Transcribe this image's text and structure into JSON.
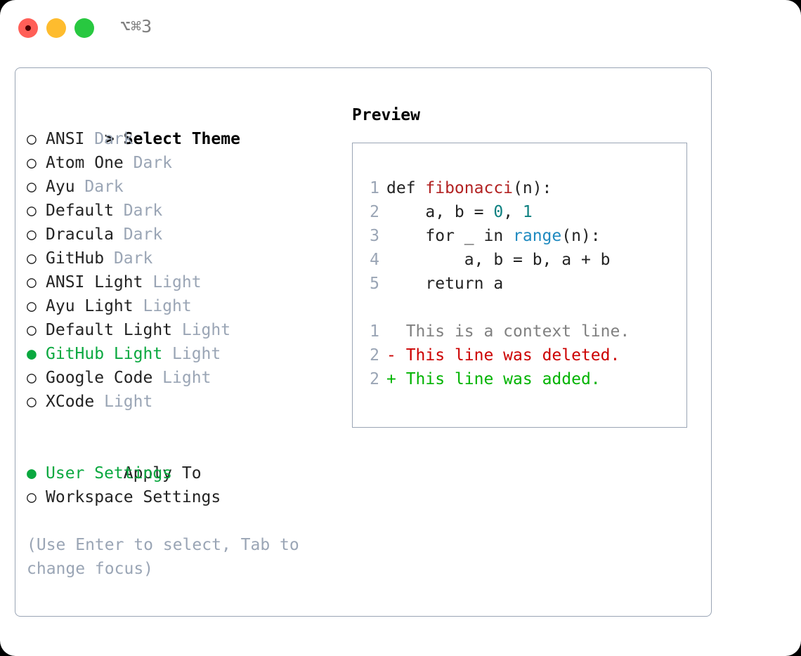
{
  "titlebar": {
    "shortcut": "⌥⌘3",
    "buttons": [
      {
        "name": "close",
        "color": "#ff5f57"
      },
      {
        "name": "minimize",
        "color": "#febc2e"
      },
      {
        "name": "zoom",
        "color": "#28c840"
      }
    ]
  },
  "theme_list": {
    "header": {
      "marker": "> ",
      "label": "Select Theme"
    },
    "items": [
      {
        "marker": "○ ",
        "label": "ANSI",
        "tag": "Dark",
        "selected": false
      },
      {
        "marker": "○ ",
        "label": "Atom One",
        "tag": "Dark",
        "selected": false
      },
      {
        "marker": "○ ",
        "label": "Ayu",
        "tag": "Dark",
        "selected": false
      },
      {
        "marker": "○ ",
        "label": "Default",
        "tag": "Dark",
        "selected": false
      },
      {
        "marker": "○ ",
        "label": "Dracula",
        "tag": "Dark",
        "selected": false
      },
      {
        "marker": "○ ",
        "label": "GitHub",
        "tag": "Dark",
        "selected": false
      },
      {
        "marker": "○ ",
        "label": "ANSI Light",
        "tag": "Light",
        "selected": false
      },
      {
        "marker": "○ ",
        "label": "Ayu Light",
        "tag": "Light",
        "selected": false
      },
      {
        "marker": "○ ",
        "label": "Default Light",
        "tag": "Light",
        "selected": false
      },
      {
        "marker": "● ",
        "label": "GitHub Light",
        "tag": "Light",
        "selected": true
      },
      {
        "marker": "○ ",
        "label": "Google Code",
        "tag": "Light",
        "selected": false
      },
      {
        "marker": "○ ",
        "label": "XCode",
        "tag": "Light",
        "selected": false
      }
    ]
  },
  "apply_to": {
    "header": {
      "marker": "  ",
      "label": "Apply To"
    },
    "items": [
      {
        "marker": "● ",
        "label": "User Settings",
        "selected": true
      },
      {
        "marker": "○ ",
        "label": "Workspace Settings",
        "selected": false
      }
    ]
  },
  "hint": "(Use Enter to select, Tab to change focus)",
  "preview": {
    "title": "Preview",
    "code_lines": [
      {
        "n": "1",
        "tokens": [
          {
            "t": "def ",
            "k": "plain"
          },
          {
            "t": "fibonacci",
            "k": "fn"
          },
          {
            "t": "(n):",
            "k": "plain"
          }
        ]
      },
      {
        "n": "2",
        "tokens": [
          {
            "t": "    a, b = ",
            "k": "plain"
          },
          {
            "t": "0",
            "k": "num"
          },
          {
            "t": ", ",
            "k": "plain"
          },
          {
            "t": "1",
            "k": "num"
          }
        ]
      },
      {
        "n": "3",
        "tokens": [
          {
            "t": "    for _ in ",
            "k": "plain"
          },
          {
            "t": "range",
            "k": "call"
          },
          {
            "t": "(n):",
            "k": "plain"
          }
        ]
      },
      {
        "n": "4",
        "tokens": [
          {
            "t": "        a, b = b, a + b",
            "k": "plain"
          }
        ]
      },
      {
        "n": "5",
        "tokens": [
          {
            "t": "    return a",
            "k": "plain"
          }
        ]
      }
    ],
    "diff_lines": [
      {
        "n": "1",
        "sign": "  ",
        "text": "This is a context line.",
        "kind": "ctx"
      },
      {
        "n": "2",
        "sign": "- ",
        "text": "This line was deleted.",
        "kind": "del"
      },
      {
        "n": "2",
        "sign": "+ ",
        "text": "This line was added.",
        "kind": "add"
      }
    ]
  },
  "colors": {
    "selected_green": "#0aa83f",
    "muted": "#9aa5b5",
    "border": "#9aa5b5",
    "fn_red": "#b22222",
    "number_teal": "#0d8080",
    "call_blue": "#1f8ac0",
    "diff_deleted": "#cc0000",
    "diff_added": "#00b300",
    "diff_context": "#808080"
  }
}
